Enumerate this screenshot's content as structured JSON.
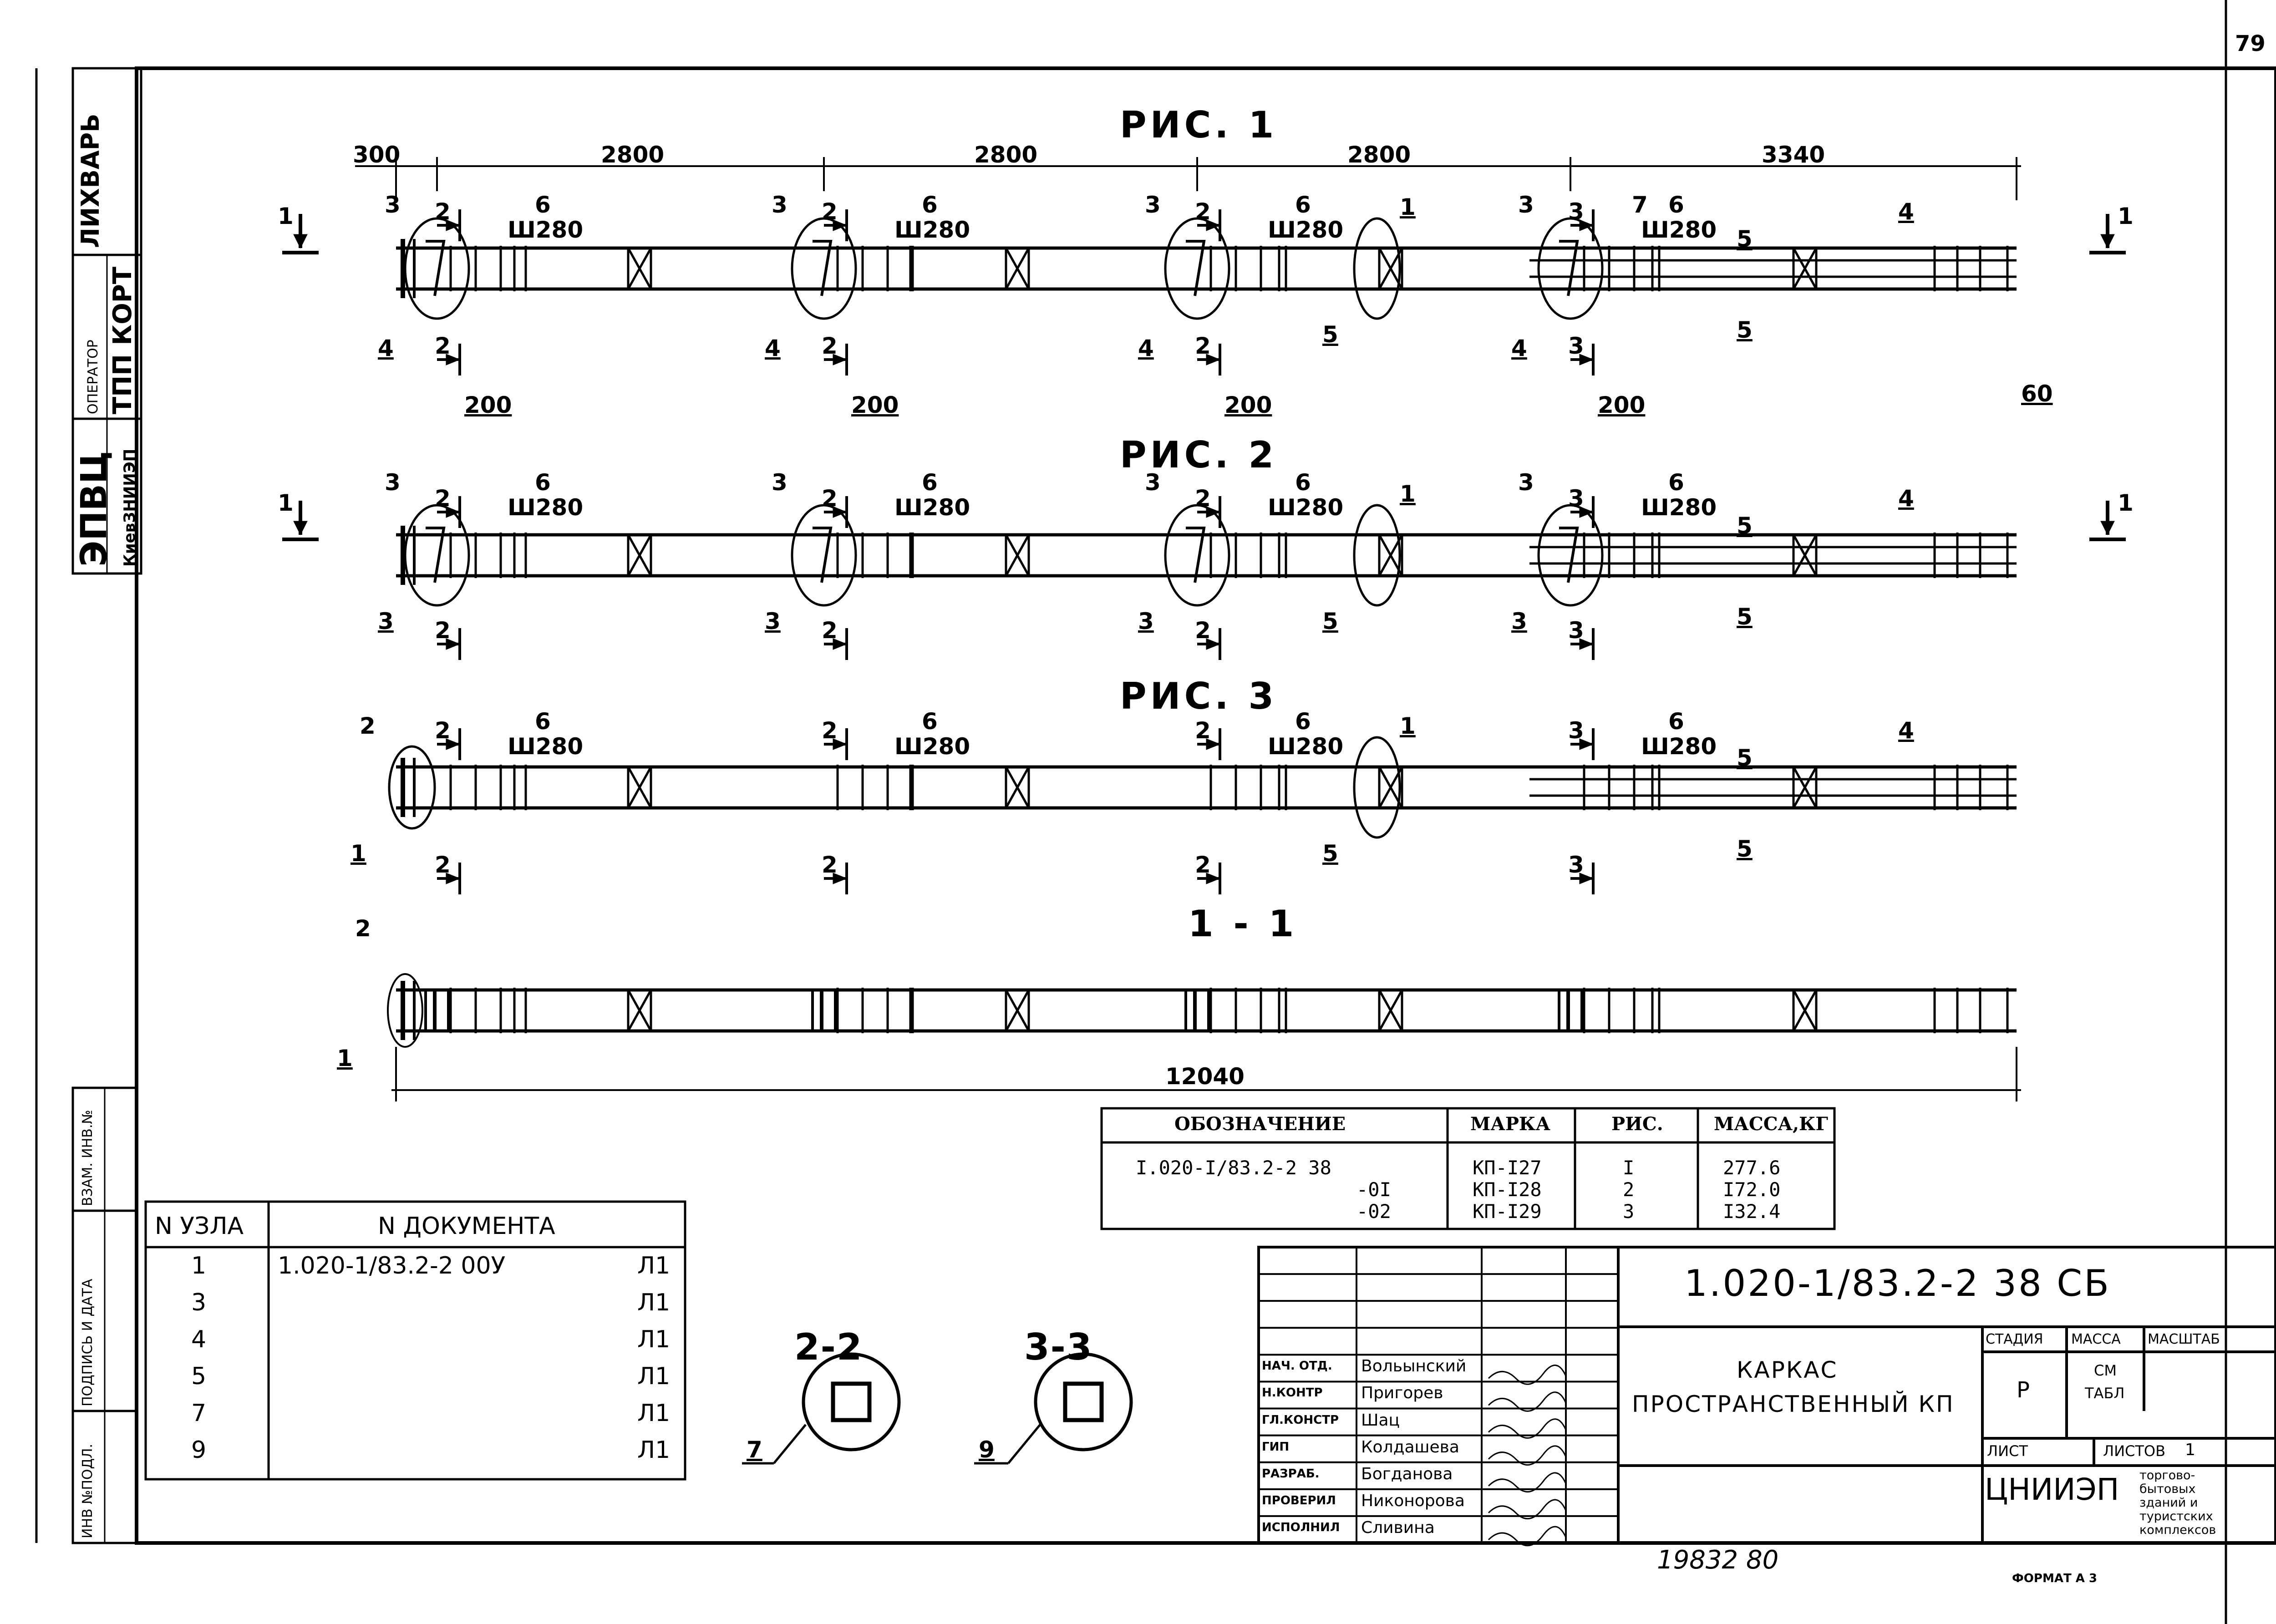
{
  "sheet_number": "79",
  "figures": {
    "fig1_title": "РИС. 1",
    "fig2_title": "РИС. 2",
    "fig3_title": "РИС. 3",
    "section_title": "1 - 1"
  },
  "dimensions": {
    "d300": "300",
    "d2800a": "2800",
    "d2800b": "2800",
    "d2800c": "2800",
    "d3340": "3340",
    "d200": "200",
    "d60": "60",
    "total": "12040"
  },
  "labels": {
    "spacing": "Ш280",
    "section_1": "1",
    "section_2": "2",
    "section_3": "3",
    "pos1": "1",
    "pos2": "2",
    "pos3": "3",
    "pos4": "4",
    "pos5": "5",
    "pos6": "6",
    "pos7": "7",
    "pos9": "9"
  },
  "mark_table": {
    "headers": [
      "ОБОЗНАЧЕНИЕ",
      "МАРКА",
      "РИС.",
      "МАССА,КГ"
    ],
    "rows": [
      [
        "I.020-I/83.2-2 38",
        "КП-I27",
        "I",
        "277.6"
      ],
      [
        "-0I",
        "КП-I28",
        "2",
        "I72.0"
      ],
      [
        "-02",
        "КП-I29",
        "3",
        "I32.4"
      ]
    ]
  },
  "node_table": {
    "headers": [
      "N УЗЛА",
      "N ДОКУМЕНТА"
    ],
    "rows": [
      [
        "1",
        "1.020-1/83.2-2 00У",
        "Л1"
      ],
      [
        "3",
        "",
        "Л1"
      ],
      [
        "4",
        "",
        "Л1"
      ],
      [
        "5",
        "",
        "Л1"
      ],
      [
        "7",
        "",
        "Л1"
      ],
      [
        "9",
        "",
        "Л1"
      ]
    ]
  },
  "sections": {
    "s22": "2-2",
    "s33": "3-3"
  },
  "title_block": {
    "doc_code": "1.020-1/83.2-2 38 СБ",
    "title_line1": "КАРКАС",
    "title_line2": "ПРОСТРАНСТВЕННЫЙ КП",
    "stage_header": "СТАДИЯ",
    "mass_header": "МАССА",
    "scale_header": "МАСШТАБ",
    "stage_value": "Р",
    "mass_value_1": "СМ",
    "mass_value_2": "ТАБЛ",
    "sheet_label": "ЛИСТ",
    "sheets_label": "ЛИСТОВ",
    "sheets_value": "1",
    "org_name": "ЦНИИЭП",
    "org_sub_1": "торгово-",
    "org_sub_2": "бытовых",
    "org_sub_3": "зданий и",
    "org_sub_4": "туристских",
    "org_sub_5": "комплексов",
    "roles": [
      {
        "role": "НАЧ. ОТД.",
        "name": "Вольынский"
      },
      {
        "role": "Н.КОНТР",
        "name": "Пригорев"
      },
      {
        "role": "ГЛ.КОНСТР",
        "name": "Шац"
      },
      {
        "role": "ГИП",
        "name": "Колдашева"
      },
      {
        "role": "РАЗРАБ.",
        "name": "Богданова"
      },
      {
        "role": "ПРОВЕРИЛ",
        "name": "Никонорова"
      },
      {
        "role": "ИСПОЛНИЛ",
        "name": "Сливина"
      }
    ]
  },
  "side_stamp": {
    "org": "ЭПВЦ",
    "org_sub": "КиевЗНИИЭП",
    "operator": "ОПЕРАТОР",
    "dept": "ТПП КОРТ",
    "month": "ЛИХВАРЬ"
  },
  "side_columns": [
    "ИНВ №ПОДЛ.",
    "ПОДПИСЬ И ДАТА",
    "ВЗАМ. ИНВ.№"
  ],
  "footer": {
    "handwritten_no": "19832  80",
    "format": "ФОРМАТ А 3"
  }
}
